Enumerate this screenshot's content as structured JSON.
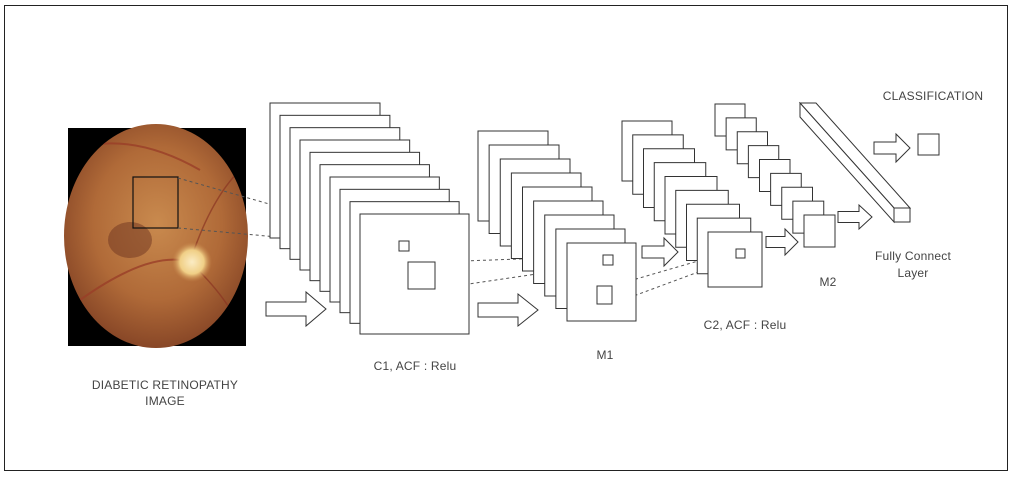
{
  "labels": {
    "input": "DIABETIC RETINOPATHY\nIMAGE",
    "c1": "C1, ACF : Relu",
    "m1": "M1",
    "c2": "C2, ACF : Relu",
    "m2": "M2",
    "fc": "Fully Connect\nLayer",
    "classification": "CLASSIFICATION"
  },
  "colors": {
    "border": "#222222",
    "stroke": "#333333",
    "text": "#444444",
    "fundus_dark": "#000000",
    "fundus_orange": "#b8753c",
    "fundus_red": "#a04a2e",
    "optic_disc": "#f3d9a0"
  },
  "stacks": [
    {
      "name": "c1-stack",
      "layers": 10
    },
    {
      "name": "m1-stack",
      "layers": 9
    },
    {
      "name": "c2-stack",
      "layers": 9
    },
    {
      "name": "m2-stack",
      "layers": 9
    }
  ]
}
